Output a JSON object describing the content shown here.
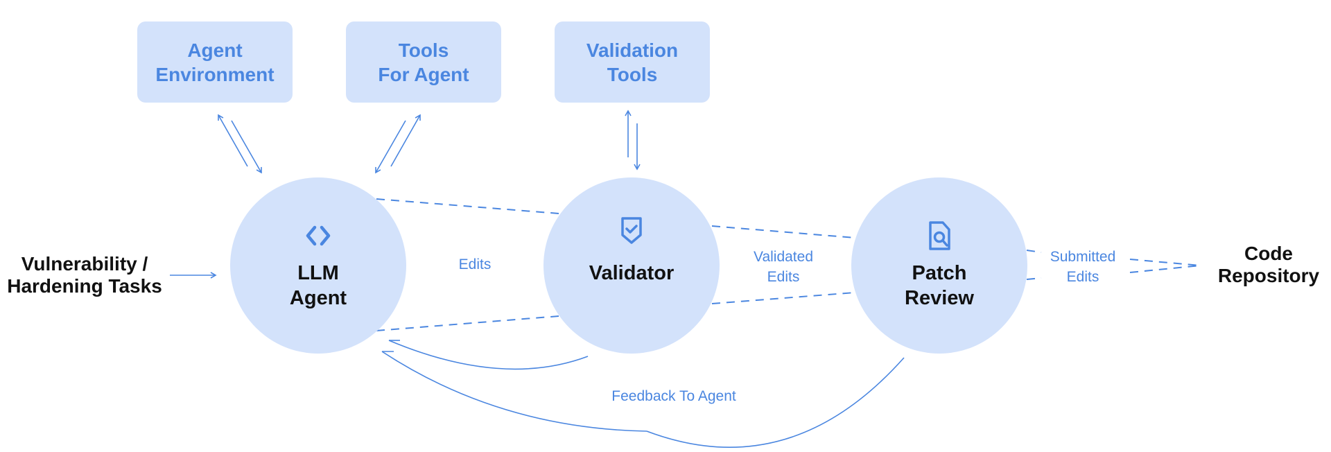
{
  "colors": {
    "accent": "#4a86e0",
    "node_fill": "#d3e2fb",
    "text_dark": "#111111"
  },
  "tool_boxes": [
    {
      "line1": "Agent",
      "line2": "Environment"
    },
    {
      "line1": "Tools",
      "line2": "For Agent"
    },
    {
      "line1": "Validation",
      "line2": "Tools"
    }
  ],
  "nodes": {
    "llm_agent": {
      "line1": "LLM",
      "line2": "Agent",
      "icon": "code-brackets-icon"
    },
    "validator": {
      "line1": "Validator",
      "icon": "shield-check-icon"
    },
    "patch_review": {
      "line1": "Patch",
      "line2": "Review",
      "icon": "document-search-icon"
    }
  },
  "input": {
    "line1": "Vulnerability /",
    "line2": "Hardening Tasks"
  },
  "output": {
    "line1": "Code",
    "line2": "Repository"
  },
  "edge_labels": {
    "edits": "Edits",
    "validated_line1": "Validated",
    "validated_line2": "Edits",
    "submitted_line1": "Submitted",
    "submitted_line2": "Edits",
    "feedback": "Feedback To Agent"
  }
}
